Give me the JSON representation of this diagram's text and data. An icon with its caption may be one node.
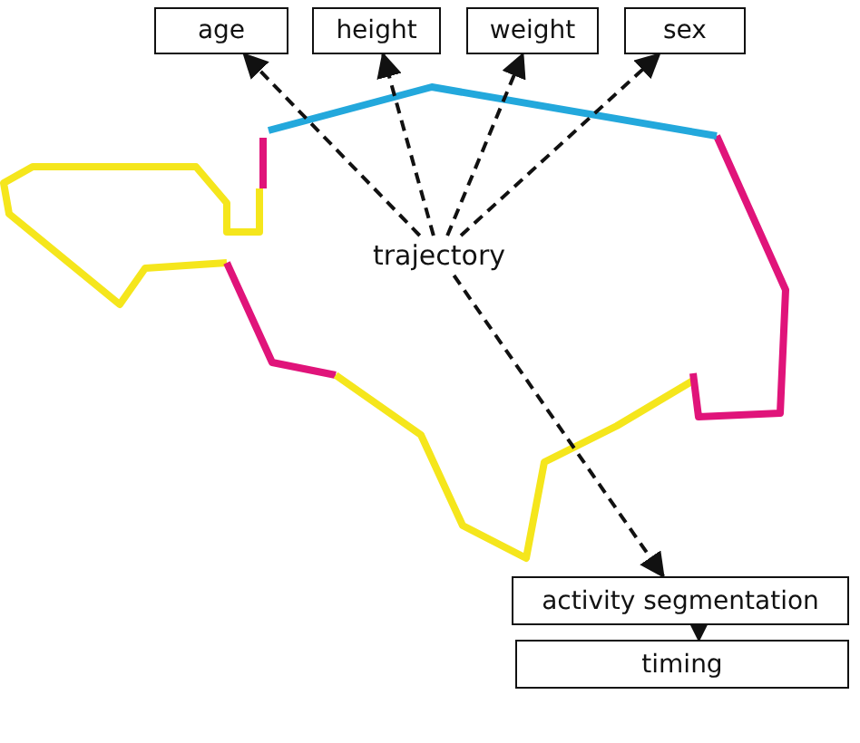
{
  "diagram": {
    "nodes": [
      {
        "text": [
          "age"
        ]
      },
      {
        "text": [
          "height"
        ]
      },
      {
        "text": [
          "weight"
        ]
      },
      {
        "text": [
          "sex"
        ]
      },
      {
        "text": [
          "trajectory"
        ]
      },
      {
        "text": [
          "activity segmentation"
        ]
      },
      {
        "text": [
          "timing"
        ]
      }
    ],
    "edges": [
      {
        "from": 4,
        "to": 0,
        "arrow": "to",
        "style": "dashed"
      },
      {
        "from": 4,
        "to": 1,
        "arrow": "to",
        "style": "dashed"
      },
      {
        "from": 4,
        "to": 2,
        "arrow": "to",
        "style": "dashed"
      },
      {
        "from": 4,
        "to": 3,
        "arrow": "to",
        "style": "dashed"
      },
      {
        "from": 4,
        "to": 5,
        "arrow": "to",
        "style": "dashed"
      },
      {
        "from": 5,
        "to": 6,
        "arrow": "to",
        "style": "dashed"
      }
    ]
  }
}
